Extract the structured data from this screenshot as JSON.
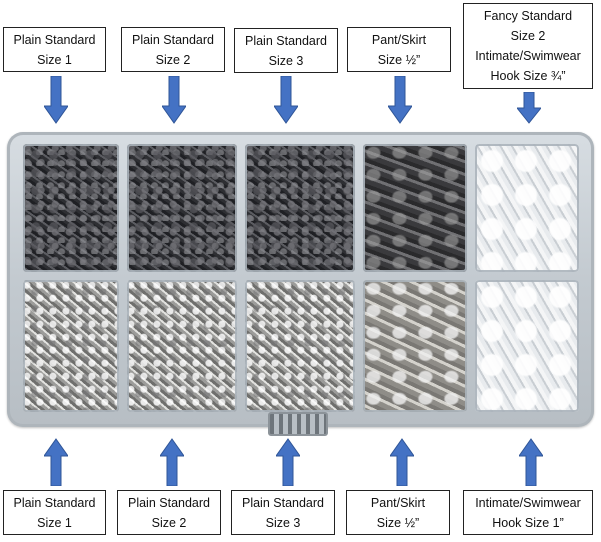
{
  "top_labels": [
    {
      "lines": [
        "Plain Standard",
        "Size 1"
      ]
    },
    {
      "lines": [
        "Plain Standard",
        "Size 2"
      ]
    },
    {
      "lines": [
        "Plain Standard",
        "Size 3"
      ]
    },
    {
      "lines": [
        "Pant/Skirt",
        "Size ½”"
      ]
    },
    {
      "lines": [
        "Fancy Standard",
        "Size 2",
        "Intimate/Swimwear",
        "Hook Size ¾”"
      ]
    }
  ],
  "bottom_labels": [
    {
      "lines": [
        "Plain Standard",
        "Size 1"
      ]
    },
    {
      "lines": [
        "Plain Standard",
        "Size 2"
      ]
    },
    {
      "lines": [
        "Plain Standard",
        "Size 3"
      ]
    },
    {
      "lines": [
        "Pant/Skirt",
        "Size ½”"
      ]
    },
    {
      "lines": [
        "Intimate/Swimwear",
        "Hook Size 1”"
      ]
    }
  ],
  "colors": {
    "arrow": "#4472c4",
    "arrow_outline": "#2f5597"
  }
}
